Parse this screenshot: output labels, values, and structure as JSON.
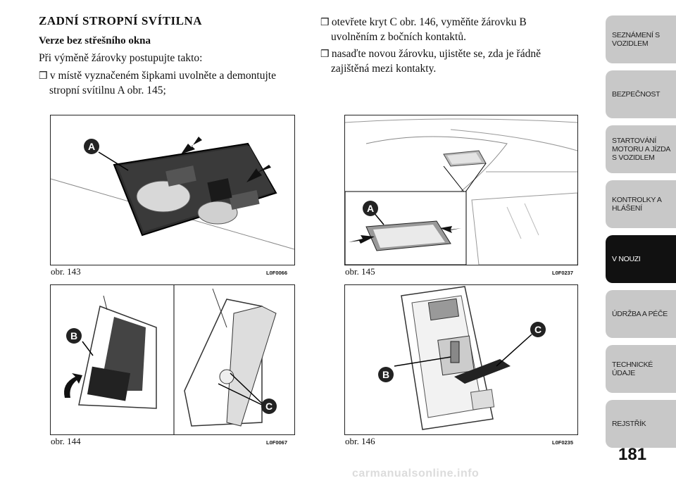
{
  "heading": "ZADNÍ STROPNÍ SVÍTILNA",
  "subheading": "Verze bez střešního okna",
  "intro": "Při výměně žárovky postupujte takto:",
  "bullet_symbol": "❒",
  "steps": [
    {
      "line1": "v místě vyznačeném šipkami uvolněte a demontujte",
      "line2": "stropní svítilnu A obr. 145;"
    },
    {
      "line1": "otevřete kryt C obr. 146, vyměňte žárovku B",
      "line2": "uvolněním z bočních kontaktů."
    },
    {
      "line1": "nasaďte novou žárovku, ujistěte se, zda je řádně",
      "line2": "zajištěná mezi kontakty."
    }
  ],
  "figures": [
    {
      "caption": "obr. 143",
      "code": "L0F0066",
      "labels": [
        "A"
      ]
    },
    {
      "caption": "obr. 145",
      "code": "L0F0237",
      "labels": [
        "A"
      ]
    },
    {
      "caption": "obr. 144",
      "code": "L0F0067",
      "labels": [
        "B",
        "C"
      ]
    },
    {
      "caption": "obr. 146",
      "code": "L0F0235",
      "labels": [
        "B",
        "C"
      ]
    }
  ],
  "side_tabs": [
    {
      "label": "SEZNÁMENÍ S VOZIDLEM",
      "active": false
    },
    {
      "label": "BEZPEČNOST",
      "active": false
    },
    {
      "label": "STARTOVÁNÍ MOTORU A JÍZDA S VOZIDLEM",
      "active": false
    },
    {
      "label": "KONTROLKY A HLÁŠENÍ",
      "active": false
    },
    {
      "label": "V NOUZI",
      "active": true
    },
    {
      "label": "ÚDRŽBA A PÉČE",
      "active": false
    },
    {
      "label": "TECHNICKÉ ÚDAJE",
      "active": false
    },
    {
      "label": "REJSTŘÍK",
      "active": false
    }
  ],
  "page_number": "181",
  "watermark": "carmanualsonline.info"
}
